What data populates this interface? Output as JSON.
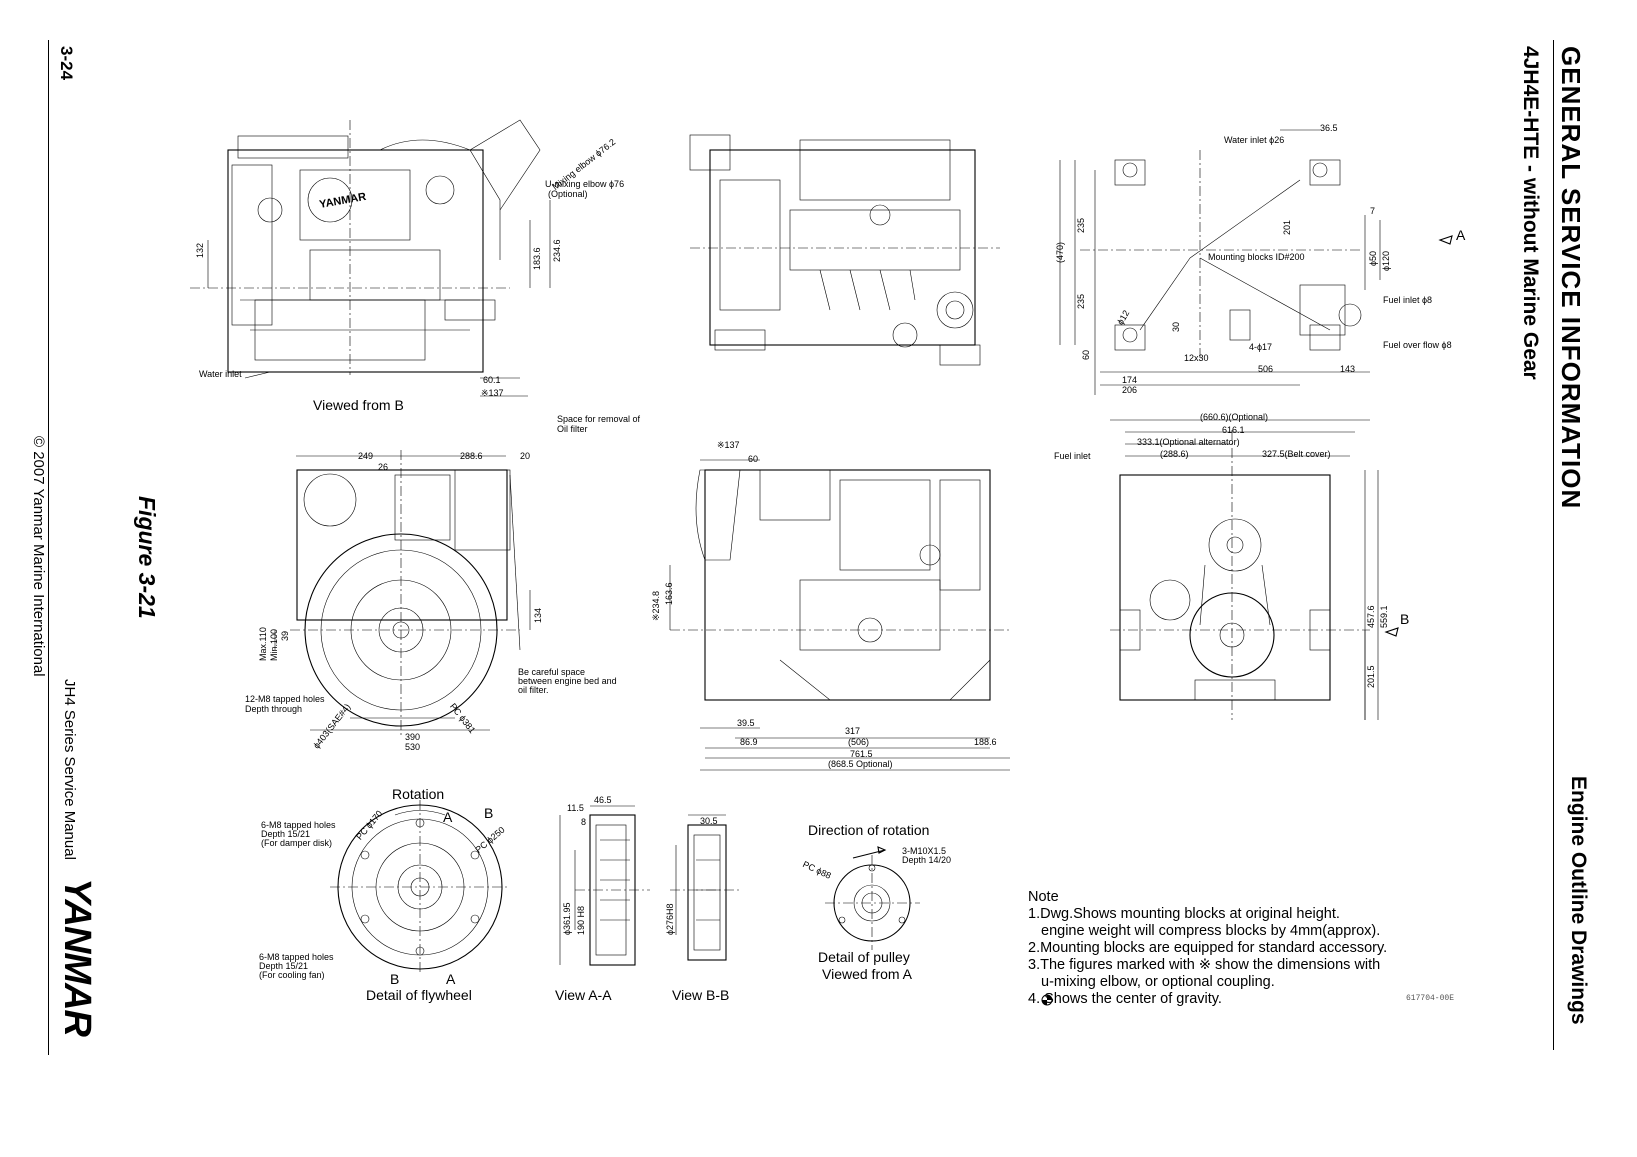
{
  "header": {
    "section_title": "GENERAL SERVICE INFORMATION",
    "subtitle": "4JH4E-HTE - without Marine Gear",
    "topic": "Engine Outline Drawings"
  },
  "footer": {
    "page_number": "3-24",
    "copyright": "© 2007 Yanmar Marine International",
    "manual_title": "JH4 Series Service Manual",
    "brand_logo": "YANMAR"
  },
  "figure": {
    "label": "Figure 3-21",
    "doc_code": "617704-00E"
  },
  "views": {
    "viewed_from_b": "Viewed from B",
    "detail_flywheel": "Detail of flywheel",
    "view_aa": "View  A-A",
    "view_bb": "View  B-B",
    "rotation": "Rotation",
    "direction_of_rotation": "Direction of rotation",
    "detail_pulley_1": "Detail of pulley",
    "detail_pulley_2": "Viewed from A"
  },
  "callouts": {
    "mixing_elbow": "Mixing elbow ϕ76.2",
    "u_mixing_elbow": "U-mixing elbow ϕ76",
    "optional": "(Optional)",
    "water_inlet_left": "Water inlet",
    "space_removal_1": "Space for removal of",
    "space_removal_2": "Oil filter",
    "careful_1": "Be careful space",
    "careful_2": "between engine bed and",
    "careful_3": "oil filter.",
    "m8_holes_1": "12-M8 tapped holes",
    "m8_holes_2": "Depth through",
    "pc_381": "PC ϕ381",
    "sae4": "ϕ403(SAE#4)",
    "max_min_1": "Max.110",
    "max_min_2": "Min.100",
    "damper_1": "6-M8 tapped holes",
    "damper_2": "Depth 15/21",
    "damper_3": "(For damper disk)",
    "fan_1": "6-M8 tapped holes",
    "fan_2": "Depth 15/21",
    "fan_3": "(For cooling fan)",
    "pc_170": "PC ϕ170",
    "pc_250": "PC ϕ250",
    "pc_88": "PC ϕ88",
    "m10_1": "3-M10X1.5",
    "m10_2": "Depth 14/20",
    "water_inlet_top": "Water inlet ϕ26",
    "mounting_blocks": "Mounting blocks ID#200",
    "fuel_inlet_8": "Fuel inlet ϕ8",
    "fuel_overflow": "Fuel over flow ϕ8",
    "holes_17": "4-ϕ17",
    "slot_12x30": "12x30",
    "phi12": "ϕ12",
    "fuel_inlet": "Fuel inlet",
    "optional_alt": "333.1(Optional alternator)",
    "belt_cover": "327.5(Belt cover)",
    "mark_a": "A",
    "mark_b": "B"
  },
  "dimensions": {
    "d132": "132",
    "d183_6": "183.6",
    "d234_6": "234.6",
    "d60_1": "60.1",
    "d137": "※137",
    "d249": "249",
    "d26": "26",
    "d288_6": "288.6",
    "d20": "20",
    "d134": "134",
    "d39": "39",
    "d390": "390",
    "d530": "530",
    "d137b": "※137",
    "d60": "60",
    "d234_8": "※234.8",
    "d163_6": "163.6",
    "d39_5": "39.5",
    "d317": "317",
    "d86_9": "86.9",
    "d506p": "(506)",
    "d188_6": "188.6",
    "d761_5": "761.5",
    "d868_5": "(868.5 Optional)",
    "d36_5": "36.5",
    "d7": "7",
    "d201": "201",
    "d235a": "235",
    "d235b": "235",
    "d470": "(470)",
    "d60c": "60",
    "d30": "30",
    "d50": "ϕ50",
    "d120": "ϕ120",
    "d174": "174",
    "d206": "206",
    "d506": "506",
    "d143": "143",
    "d660_6": "(660.6)(Optional)",
    "d616_1": "616.1",
    "d288_6p": "(288.6)",
    "d457_6": "457.6",
    "d559_1": "559.1",
    "d201_5": "201.5",
    "d46_5": "46.5",
    "d11_5": "11.5",
    "d8": "8",
    "d361": "ϕ361.95",
    "d190": "190 H8",
    "d30_5": "30.5",
    "d276": "ϕ276H8"
  },
  "notes": {
    "heading": "Note",
    "n1a": "1.Dwg.Shows mounting blocks at original height.",
    "n1b": "engine weight will compress blocks by 4mm(approx).",
    "n2": "2.Mounting blocks are equipped for standard accessory.",
    "n3a": "3.The figures marked with ※ show the dimensions with",
    "n3b": "u-mixing elbow, or optional coupling.",
    "n4": "4.  Shows the center of gravity."
  }
}
